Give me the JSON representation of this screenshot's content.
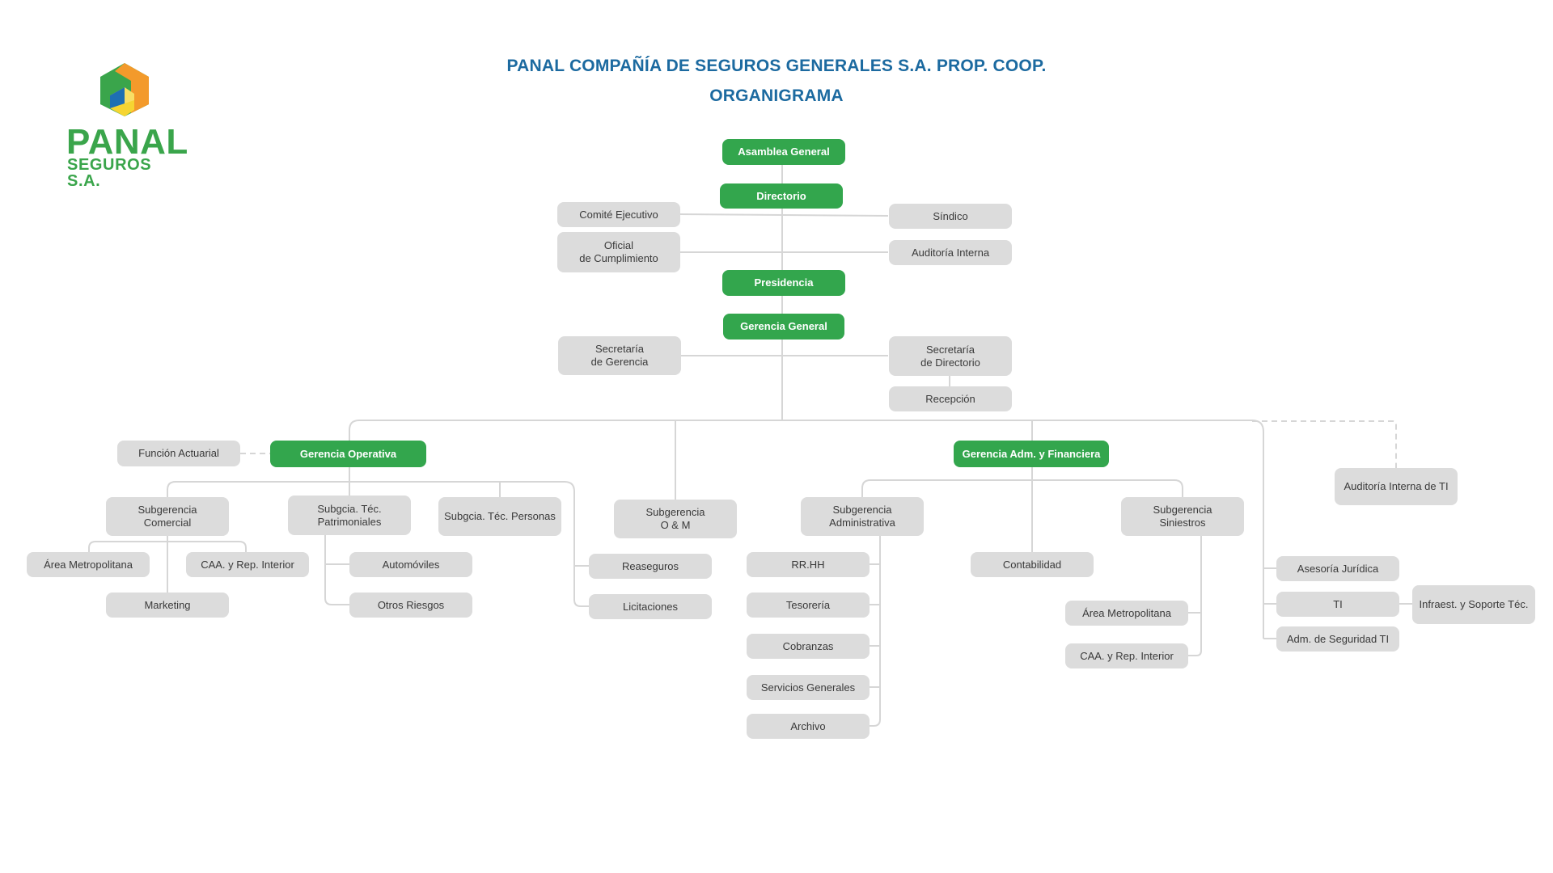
{
  "header": {
    "title_line1": "PANAL COMPAÑÍA DE SEGUROS GENERALES S.A. PROP. COOP.",
    "title_line2": "ORGANIGRAMA"
  },
  "logo": {
    "wordmark": "PANAL",
    "subtext": "SEGUROS S.A.",
    "colors": {
      "green": "#3aa54b",
      "orange": "#f39a2b",
      "blue": "#1e6fb3",
      "yellow": "#f6d532"
    }
  },
  "colors": {
    "green_node": "#33a64d",
    "gray_node": "#dcdcdc",
    "connector": "#d6d6d6",
    "title": "#1c6aa0"
  },
  "nodes": {
    "asamblea": "Asamblea General",
    "directorio": "Directorio",
    "comite_ejecutivo": "Comité Ejecutivo",
    "sindico": "Síndico",
    "oficial_cumplimiento": "Oficial\nde Cumplimiento",
    "auditoria_interna": "Auditoría Interna",
    "presidencia": "Presidencia",
    "gerencia_general": "Gerencia General",
    "secretaria_gerencia": "Secretaría\nde Gerencia",
    "secretaria_directorio": "Secretaría\nde Directorio",
    "recepcion": "Recepción",
    "funcion_actuarial": "Función Actuarial",
    "gerencia_operativa": "Gerencia Operativa",
    "sub_comercial": "Subgerencia\nComercial",
    "area_metro_1": "Área Metropolitana",
    "caa_rep_1": "CAA. y Rep. Interior",
    "marketing": "Marketing",
    "sub_patrimoniales": "Subgcia. Téc.\nPatrimoniales",
    "automoviles": "Automóviles",
    "otros_riesgos": "Otros Riesgos",
    "sub_personas": "Subgcia. Téc. Personas",
    "reaseguros": "Reaseguros",
    "licitaciones": "Licitaciones",
    "sub_om": "Subgerencia\nO & M",
    "gerencia_adm": "Gerencia Adm. y Financiera",
    "sub_administrativa": "Subgerencia\nAdministrativa",
    "rrhh": "RR.HH",
    "tesoreria": "Tesorería",
    "cobranzas": "Cobranzas",
    "servicios_generales": "Servicios Generales",
    "archivo": "Archivo",
    "contabilidad": "Contabilidad",
    "sub_siniestros": "Subgerencia\nSiniestros",
    "area_metro_2": "Área Metropolitana",
    "caa_rep_2": "CAA. y Rep. Interior",
    "auditoria_ti": "Auditoría Interna de TI",
    "asesoria_juridica": "Asesoría Jurídica",
    "ti": "TI",
    "infraestructura": "Infraest. y Soporte Téc.",
    "seguridad_ti": "Adm. de Seguridad TI"
  }
}
